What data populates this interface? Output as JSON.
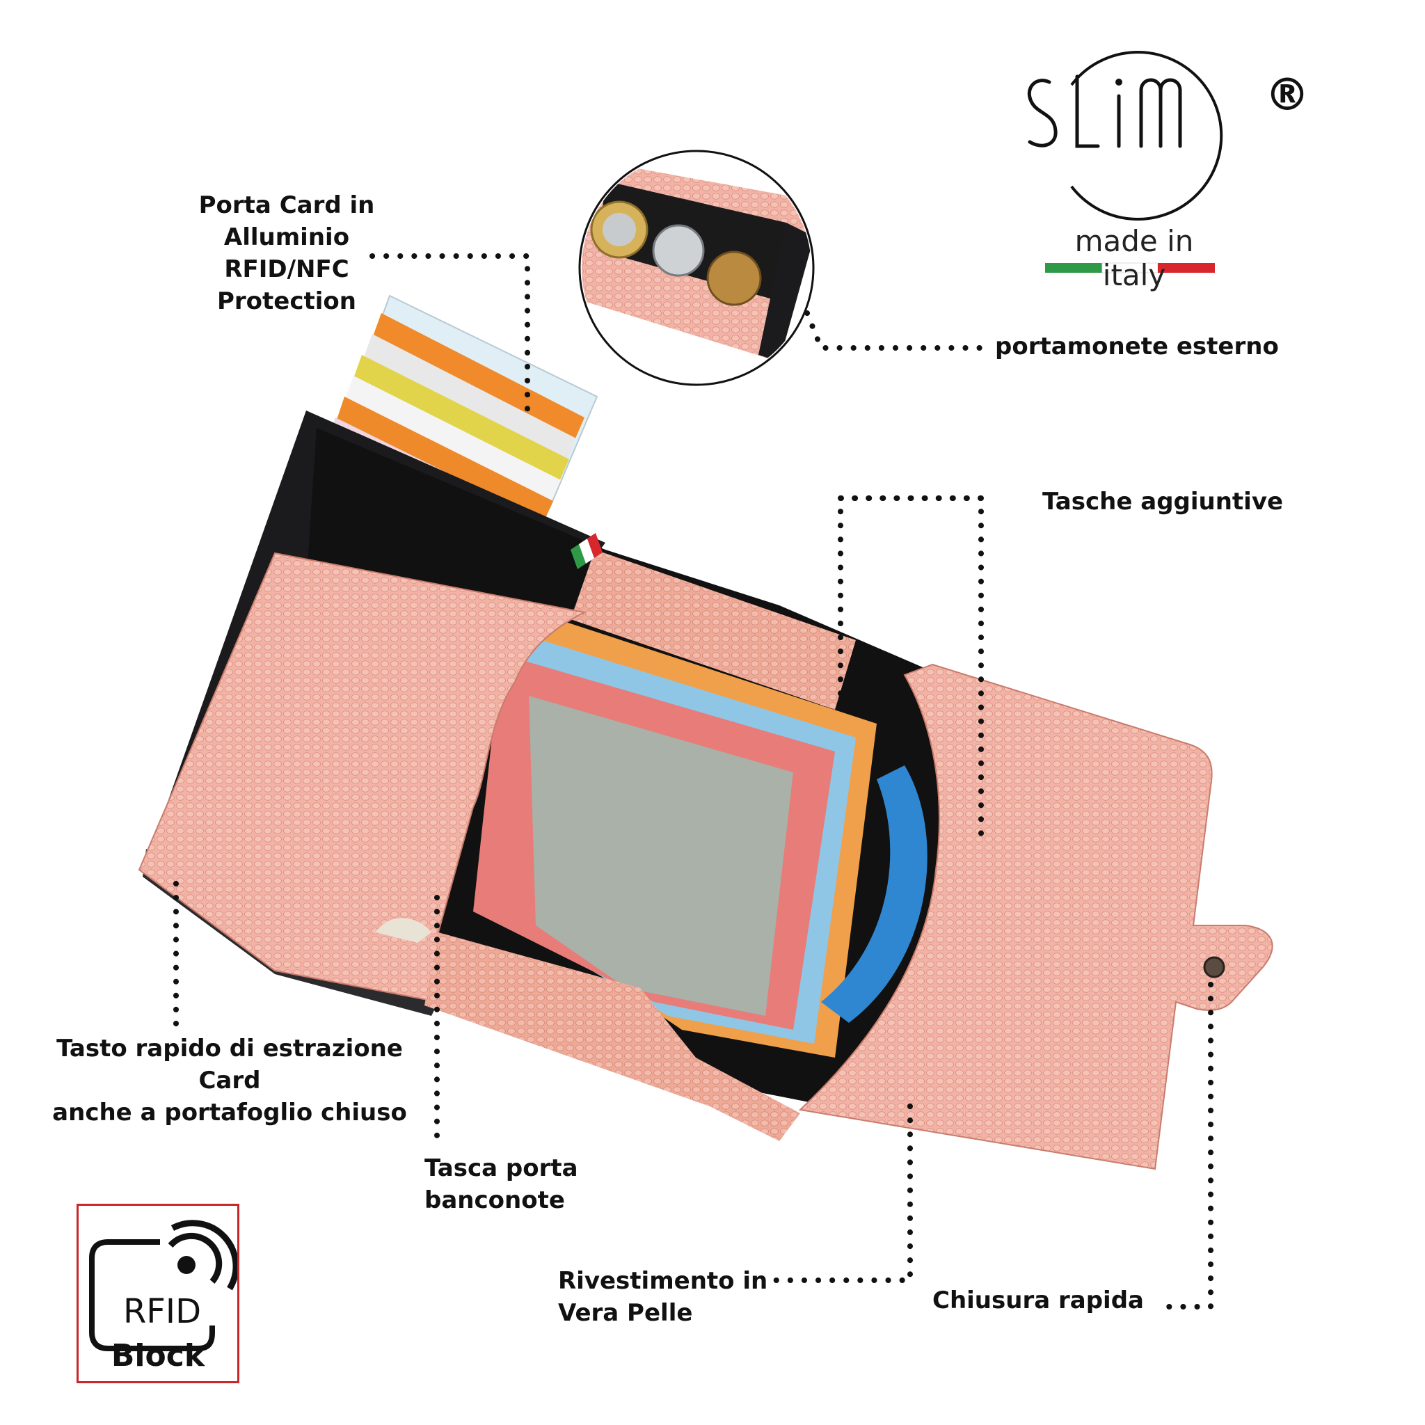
{
  "brand": {
    "name": "SLIM",
    "registered": "®",
    "tagline": "made in italy",
    "flag_colors": [
      "#2e9a47",
      "#ffffff",
      "#d8262d"
    ]
  },
  "colors": {
    "leather": "#f2b3a6",
    "leather_dark": "#d9907f",
    "lining": "#111111",
    "aluminium": "#1b1b1d",
    "ribbon_red": "#c8262b"
  },
  "callouts": {
    "card_holder": [
      "Porta Card in",
      "Alluminio",
      "RFID/NFC",
      "Protection"
    ],
    "coin_purse": [
      "portamonete esterno"
    ],
    "extra_pockets": [
      "Tasche aggiuntive"
    ],
    "quick_button": [
      "Tasto rapido di estrazione Card",
      "anche a portafoglio chiuso"
    ],
    "banknote_pocket": [
      "Tasca porta",
      "banconote"
    ],
    "leather": [
      "Rivestimento in",
      "Vera Pelle"
    ],
    "quick_close": [
      "Chiusura rapida"
    ]
  },
  "badge": {
    "top": "RFID",
    "bottom": "Block",
    "icon": "rfid-signal-icon"
  }
}
